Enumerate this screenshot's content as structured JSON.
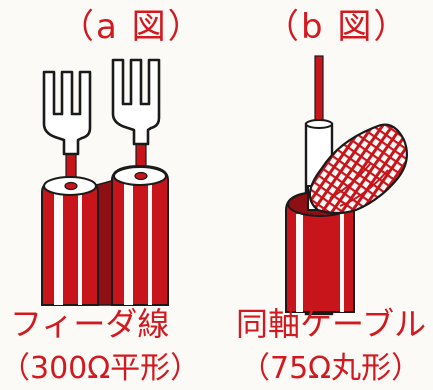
{
  "figure_a": {
    "caption": "（a 図）",
    "name": "フィーダ線",
    "spec": "（300Ω平形）"
  },
  "figure_b": {
    "caption": "（b 図）",
    "name": "同軸ケーブル",
    "spec": "（75Ω丸形）"
  },
  "colors": {
    "red": "#c8141b",
    "dark_red": "#8e0f14",
    "outline": "#1a1a1a",
    "paper": "#fbfaf6"
  }
}
